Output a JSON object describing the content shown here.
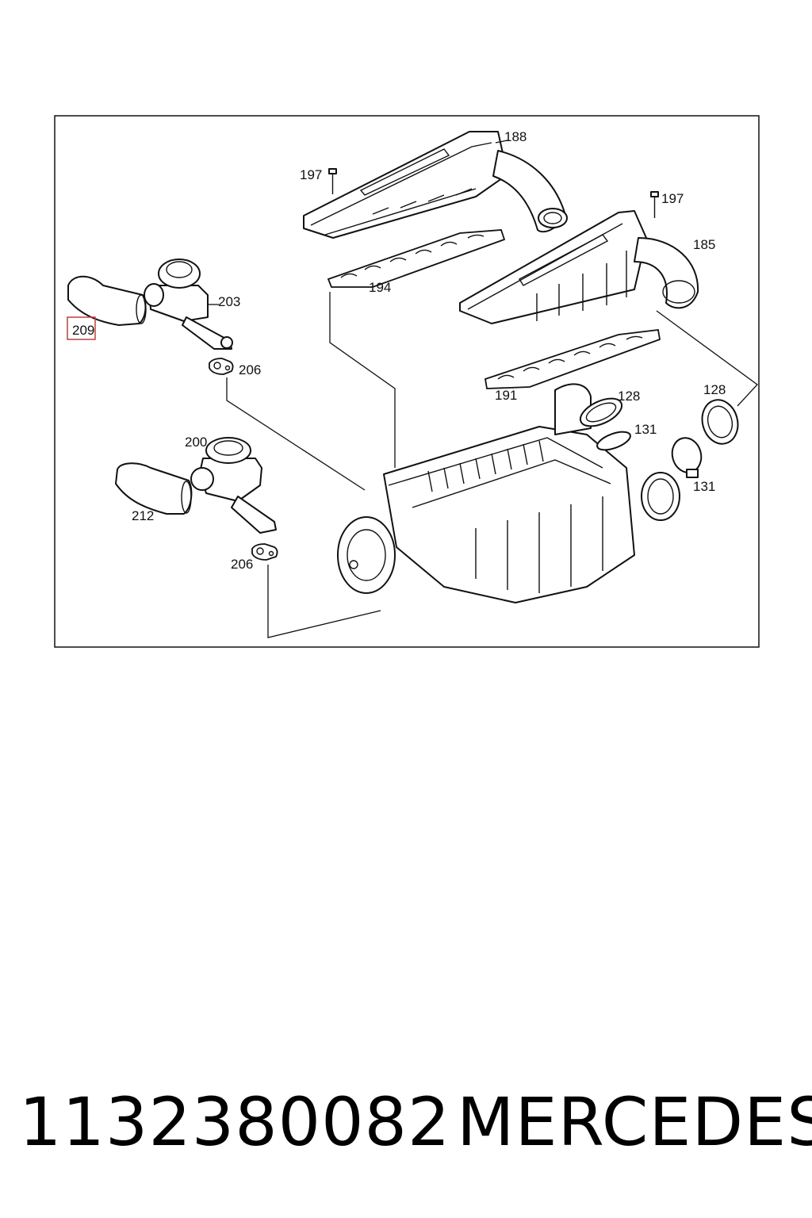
{
  "diagram": {
    "callouts": {
      "c188": "188",
      "c197a": "197",
      "c197b": "197",
      "c185": "185",
      "c194": "194",
      "c203": "203",
      "c209": "209",
      "c206a": "206",
      "c191": "191",
      "c128a": "128",
      "c128b": "128",
      "c131a": "131",
      "c131b": "131",
      "c200": "200",
      "c212": "212",
      "c206b": "206"
    },
    "highlighted_callout": "209",
    "highlight_color": "#e03030"
  },
  "footer": {
    "part_number": "1132380082",
    "brand": "MERCEDES"
  }
}
